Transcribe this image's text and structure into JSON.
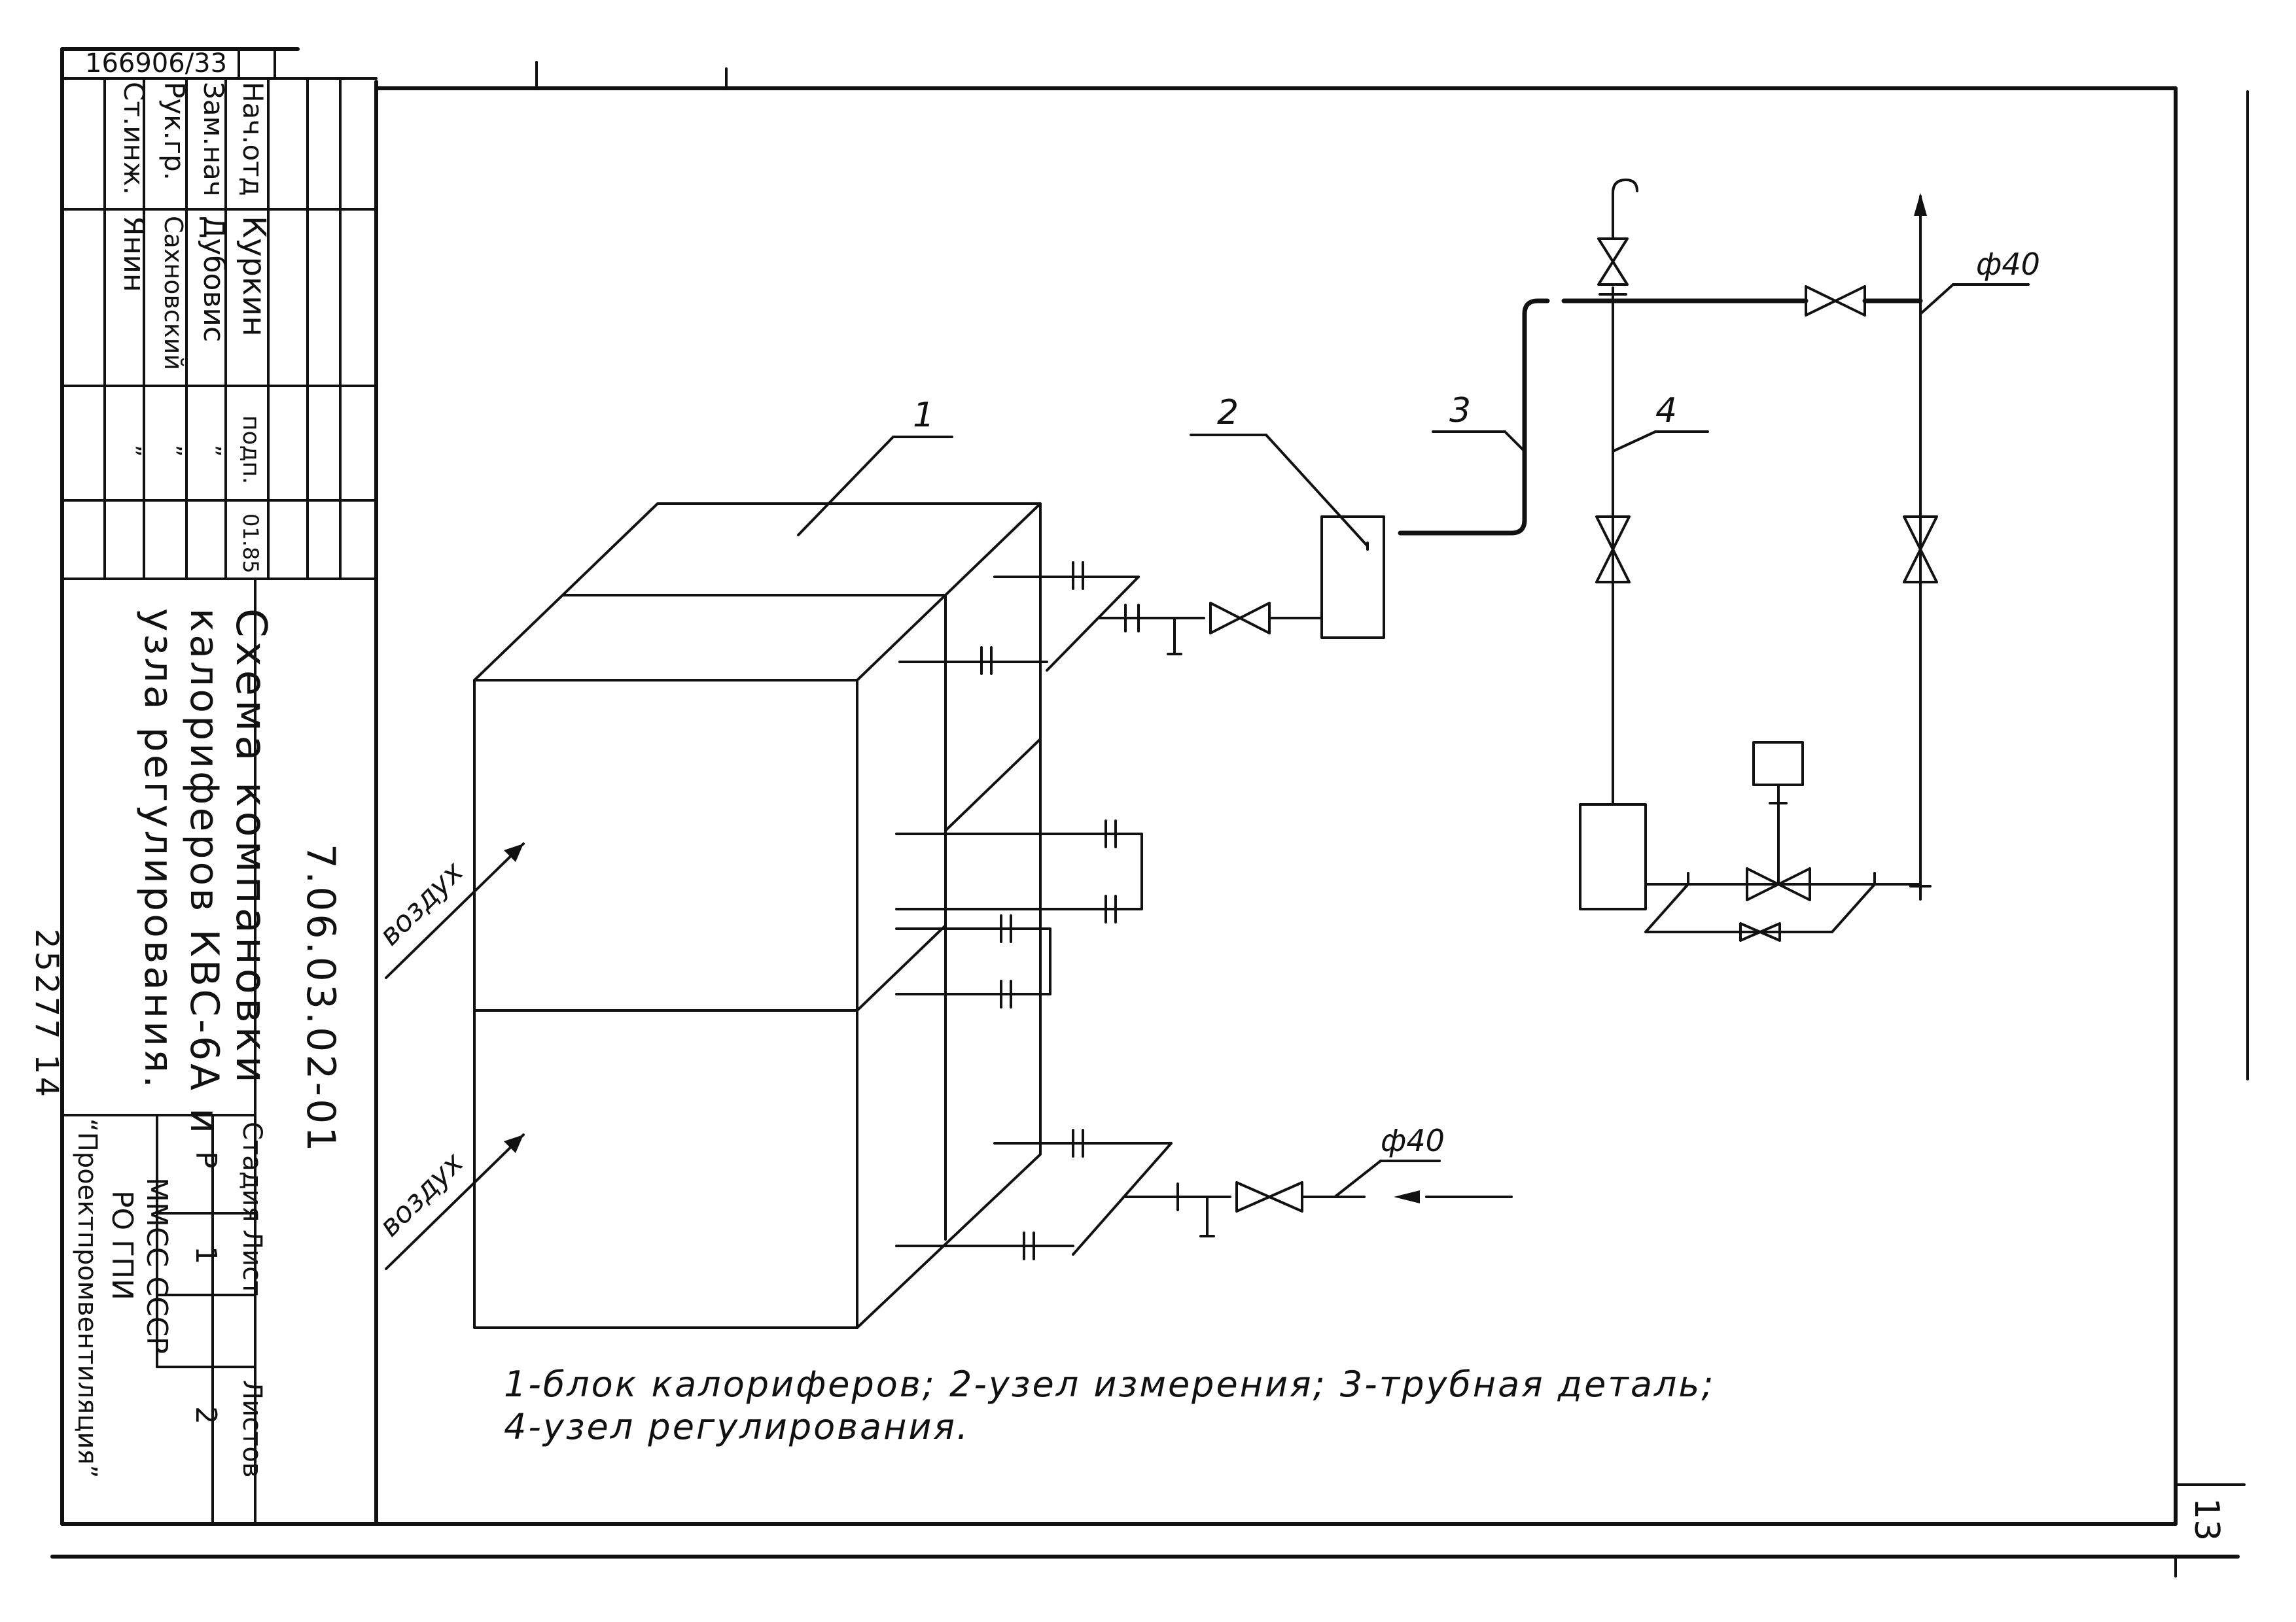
{
  "doc_number": "166906/33",
  "sheet_page": "13",
  "archive_number": "25277 14",
  "drawing_code": "7.06.03.02-01",
  "title_lines": [
    "Схема компановки",
    "калориферов КВС-6А и",
    "узла   регулирования."
  ],
  "staff": [
    {
      "role": "Нач.отд",
      "name": "Куркин",
      "sign": "подп.",
      "date": "01.85"
    },
    {
      "role": "Зам.нач",
      "name": "Дубовис",
      "sign": "”",
      "date": ""
    },
    {
      "role": "Рук.гр.",
      "name": "Сахновский",
      "sign": "”",
      "date": ""
    },
    {
      "role": "Ст.инж.",
      "name": "Янин",
      "sign": "”",
      "date": ""
    }
  ],
  "stage": {
    "stage_label": "Стадия",
    "stage_value": "Р",
    "sheet_label": "Лист",
    "sheet_value": "1",
    "sheets_label": "Листов",
    "sheets_value": "2"
  },
  "organization_lines": [
    "ММСС   СССР",
    "РО     ГПИ",
    "“Проектпромвентиляция”"
  ],
  "callouts": {
    "c1": "1",
    "c2": "2",
    "c3": "3",
    "c4": "4",
    "dn_top": "ф40",
    "dn_bottom": "ф40"
  },
  "air_labels": {
    "upper": "воздух",
    "lower": "воздух"
  },
  "legend": [
    "1-блок калориферов;  2-узел  измерения; 3-трубная деталь;",
    "4-узел регулирования."
  ]
}
